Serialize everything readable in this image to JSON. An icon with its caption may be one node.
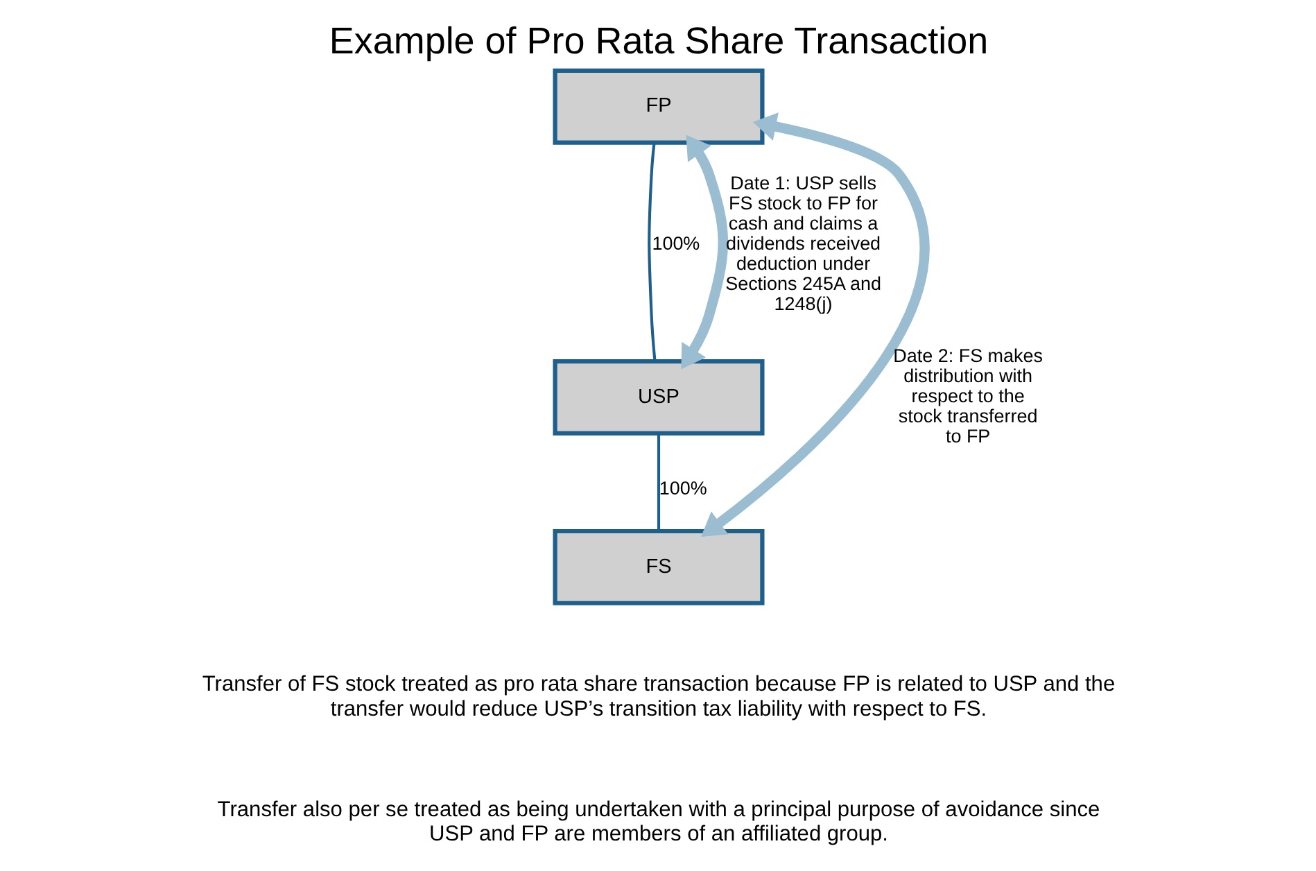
{
  "diagram": {
    "title": "Example of Pro Rata Share Transaction",
    "nodes": [
      {
        "text": [
          "FP"
        ]
      },
      {
        "text": [
          "USP"
        ]
      },
      {
        "text": [
          "FS"
        ]
      }
    ],
    "edges": [
      {
        "from": 0,
        "to": 1,
        "arrow": "none",
        "label": "100%"
      },
      {
        "from": 1,
        "to": 2,
        "arrow": "none",
        "label": "100%"
      },
      {
        "from": 0,
        "to": 1,
        "arrow": "both",
        "style": "thick",
        "color": "#9bbdd1",
        "label": "Date 1: USP sells FS stock to FP for cash and claims a dividends received deduction under Sections 245A and 1248(j)"
      },
      {
        "from": 0,
        "to": 2,
        "arrow": "both",
        "style": "thick",
        "color": "#9bbdd1",
        "label": "Date 2: FS makes distribution with respect to the stock transferred to FP"
      }
    ],
    "labels": [
      "Transfer of FS stock treated as pro rata share transaction because FP is related to USP and the transfer would reduce USP’s transition tax liability with respect to FS.",
      "Transfer also per se treated as being undertaken with a principal purpose of avoidance since USP and FP are members of an affiliated group."
    ]
  }
}
